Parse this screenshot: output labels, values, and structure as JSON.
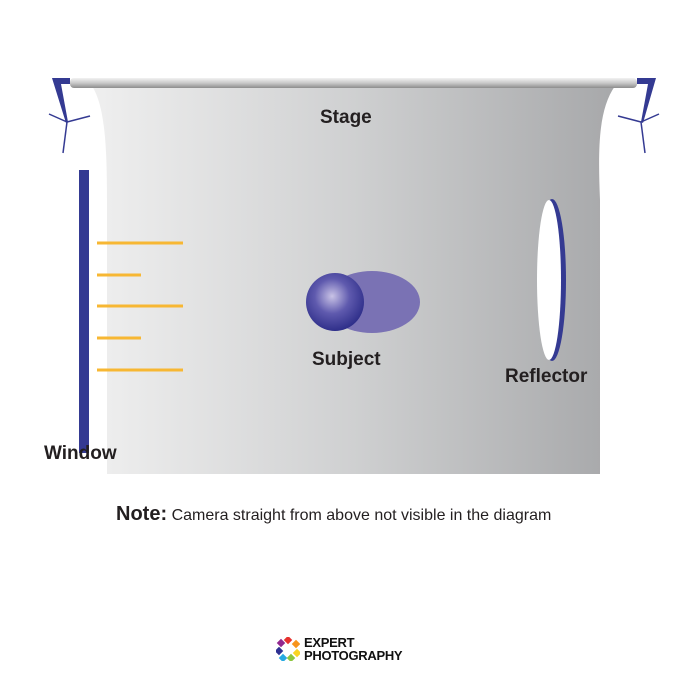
{
  "diagram": {
    "title": "Stage",
    "labels": {
      "stage": "Stage",
      "subject": "Subject",
      "reflector": "Reflector",
      "window": "Window"
    },
    "note": {
      "prefix": "Note:",
      "text": "Camera  straight from above not visible in the diagram"
    },
    "light_rays": {
      "count": 5,
      "color": "#f7b733",
      "lengths": [
        "long",
        "short",
        "long",
        "short",
        "long"
      ]
    },
    "colors": {
      "accent_blue": "#343a92",
      "subject_shadow": "#7a72b4",
      "stage_gradient_start": "#efefef",
      "stage_gradient_end": "#a7a8aa",
      "light_ray": "#f7b733"
    }
  },
  "branding": {
    "line1": "EXPERT",
    "line2": "PHOTOGRAPHY"
  }
}
